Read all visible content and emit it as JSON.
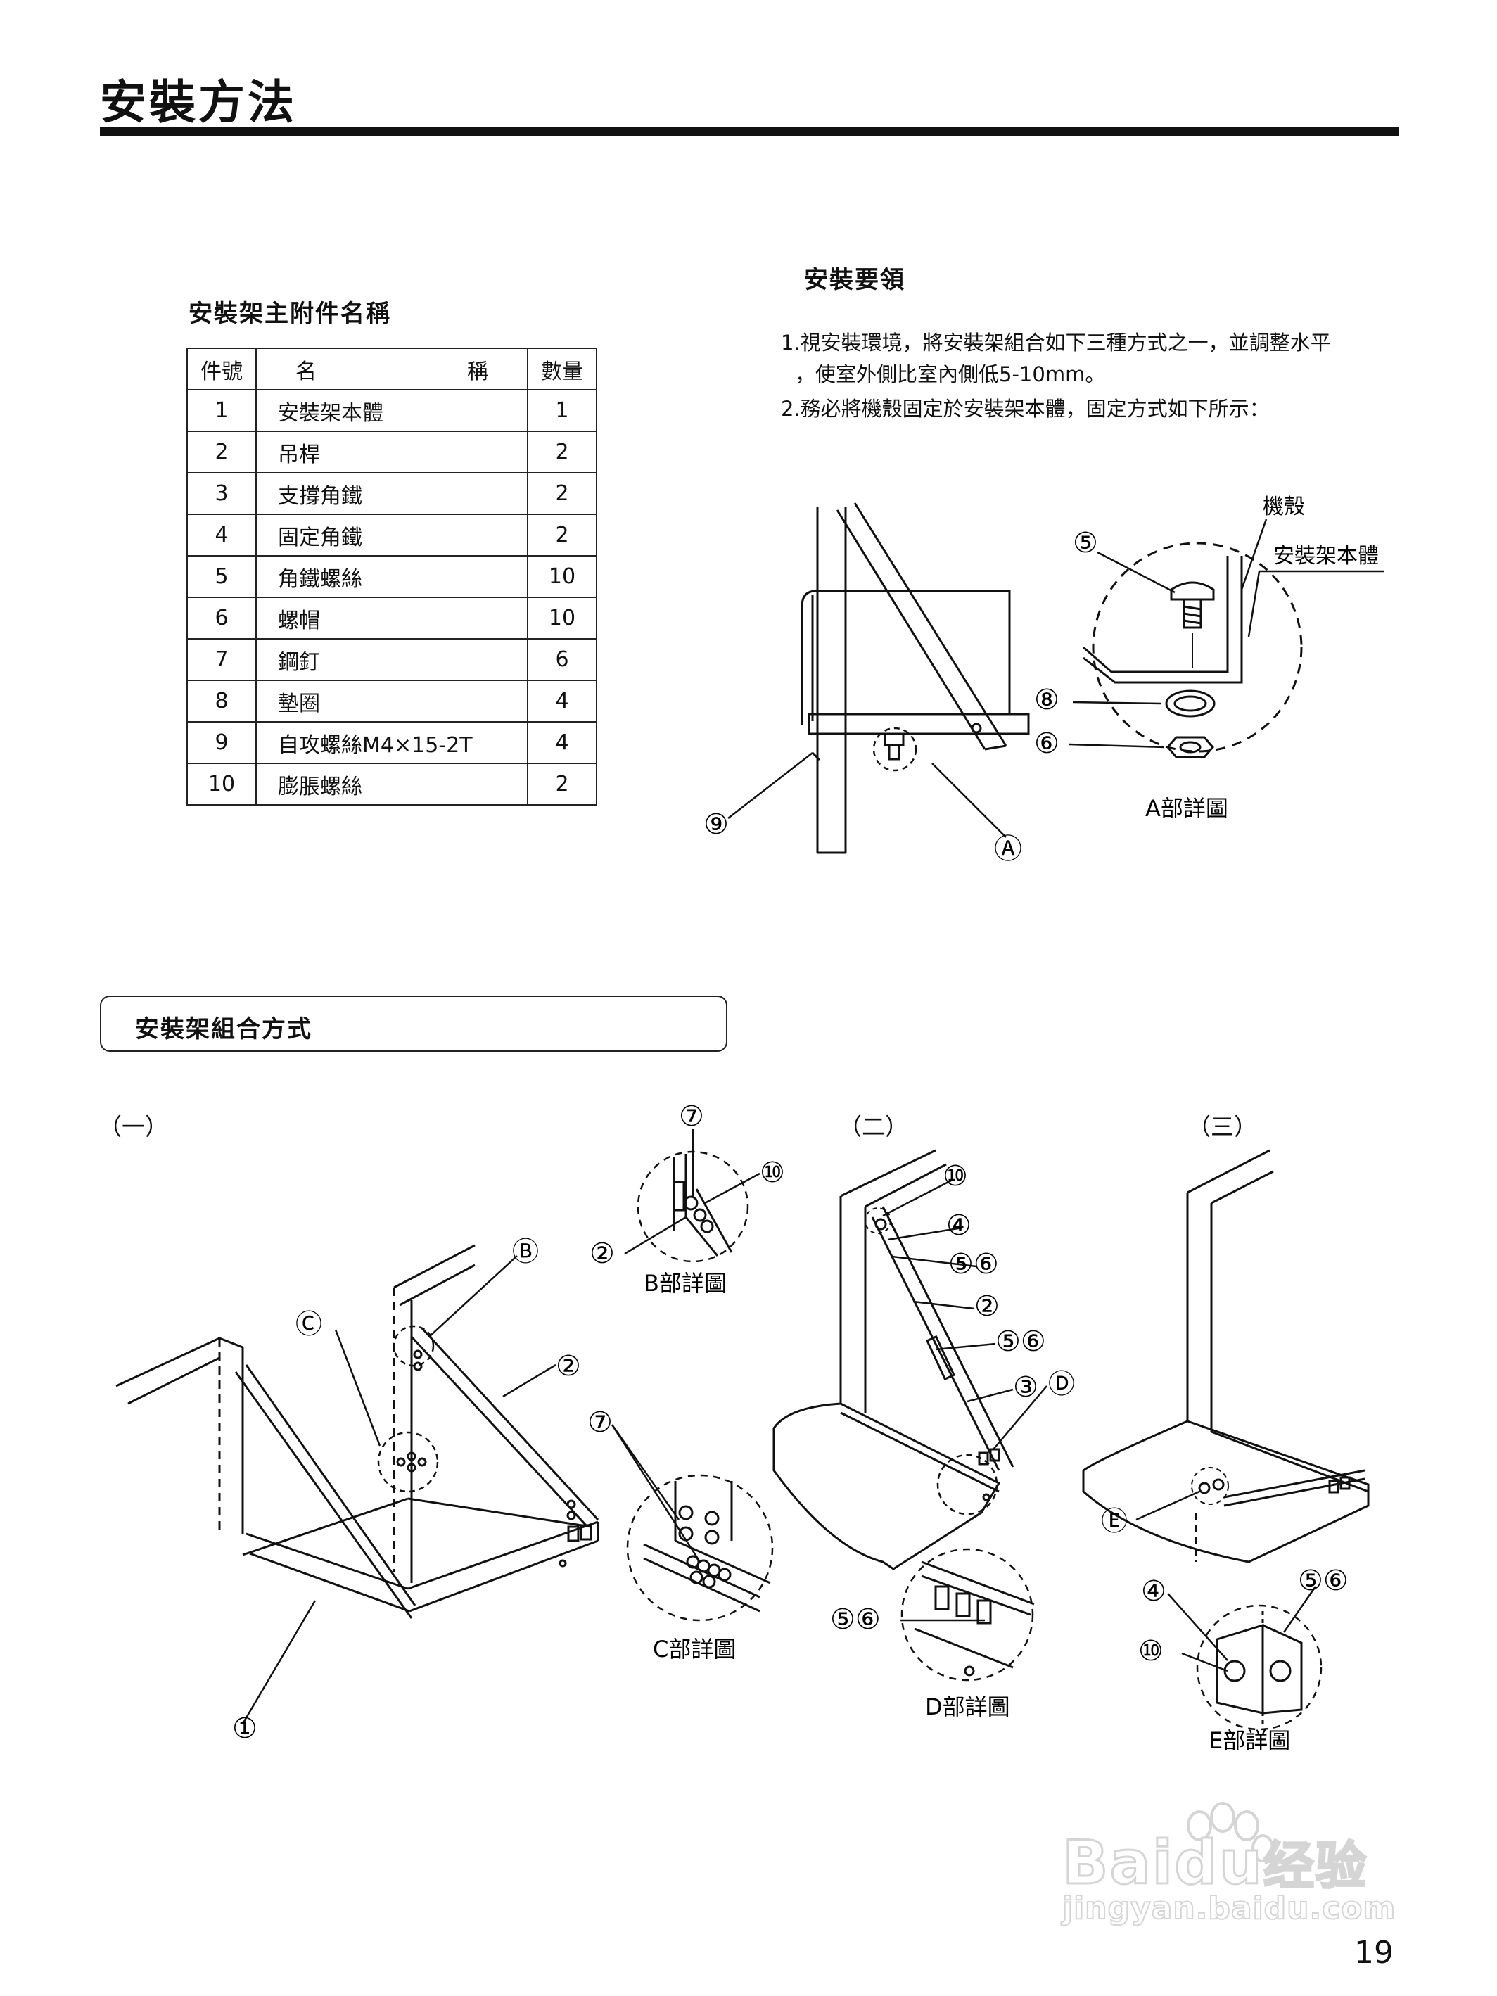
{
  "page": {
    "title": "安裝方法",
    "page_number": "19"
  },
  "parts": {
    "heading": "安裝架主附件名稱",
    "columns": {
      "no": "件號",
      "name_a": "名",
      "name_b": "稱",
      "qty": "數量"
    },
    "rows": [
      {
        "no": "1",
        "name": "安裝架本體",
        "qty": "1"
      },
      {
        "no": "2",
        "name": "吊桿",
        "qty": "2"
      },
      {
        "no": "3",
        "name": "支撐角鐵",
        "qty": "2"
      },
      {
        "no": "4",
        "name": "固定角鐵",
        "qty": "2"
      },
      {
        "no": "5",
        "name": "角鐵螺絲",
        "qty": "10"
      },
      {
        "no": "6",
        "name": "螺帽",
        "qty": "10"
      },
      {
        "no": "7",
        "name": "鋼釘",
        "qty": "6"
      },
      {
        "no": "8",
        "name": "墊圈",
        "qty": "4"
      },
      {
        "no": "9",
        "name": "自攻螺絲M4×15-2T",
        "qty": "4"
      },
      {
        "no": "10",
        "name": "膨脹螺絲",
        "qty": "2"
      }
    ]
  },
  "instructions": {
    "heading": "安裝要領",
    "step1_line1": "1.視安裝環境，將安裝架組合如下三種方式之一，並調整水平",
    "step1_line2": "，使室外側比室內側低5-10mm。",
    "step2": "2.務必將機殼固定於安裝架本體，固定方式如下所示："
  },
  "figure_a": {
    "label_casing": "機殼",
    "label_frame": "安裝架本體",
    "callout_5": "⑤",
    "callout_8": "⑧",
    "callout_6": "⑥",
    "callout_9": "⑨",
    "callout_A": "Ⓐ",
    "caption": "A部詳圖"
  },
  "assembly": {
    "heading": "安裝架組合方式",
    "fig1_label": "（一）",
    "fig2_label": "（二）",
    "fig3_label": "（三）",
    "callouts": {
      "c1": "①",
      "c2": "②",
      "c3": "③",
      "c4": "④",
      "c5": "⑤",
      "c6": "⑥",
      "c7": "⑦",
      "c10": "⑩",
      "cB": "Ⓑ",
      "cC": "Ⓒ",
      "cD": "Ⓓ",
      "cE": "Ⓔ",
      "c56": "⑤⑥"
    },
    "caption_b": "B部詳圖",
    "caption_c": "C部詳圖",
    "caption_d": "D部詳圖",
    "caption_e": "E部詳圖"
  },
  "watermark": {
    "brand_a": "Bai",
    "brand_b": "du",
    "brand_c": "经验",
    "url": "jingyan.baidu.com"
  }
}
